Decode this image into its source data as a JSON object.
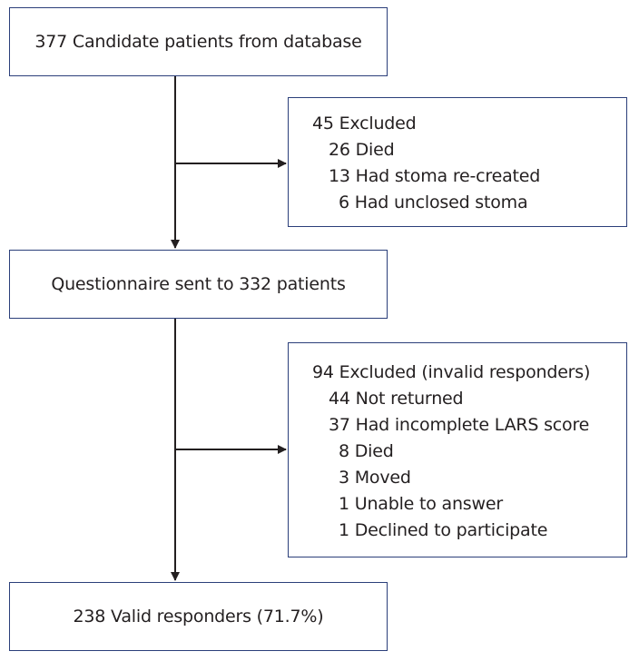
{
  "flowchart": {
    "main_steps": [
      {
        "text": "377 Candidate patients from database"
      },
      {
        "text": "Questionnaire sent to 332 patients"
      },
      {
        "text": "238 Valid responders (71.7%)"
      }
    ],
    "exclusions": [
      {
        "header": "45 Excluded",
        "items": [
          {
            "count": "26",
            "label": "Died"
          },
          {
            "count": "13",
            "label": "Had stoma re-created"
          },
          {
            "count": "6",
            "label": "Had unclosed stoma"
          }
        ]
      },
      {
        "header": "94 Excluded (invalid responders)",
        "items": [
          {
            "count": "44",
            "label": "Not returned"
          },
          {
            "count": "37",
            "label": "Had incomplete LARS score"
          },
          {
            "count": "8",
            "label": "Died"
          },
          {
            "count": "3",
            "label": "Moved"
          },
          {
            "count": "1",
            "label": "Unable to answer"
          },
          {
            "count": "1",
            "label": "Declined to participate"
          }
        ]
      }
    ]
  },
  "colors": {
    "box_border": "#2b3f7a",
    "arrow": "#231f20",
    "text": "#231f20"
  }
}
